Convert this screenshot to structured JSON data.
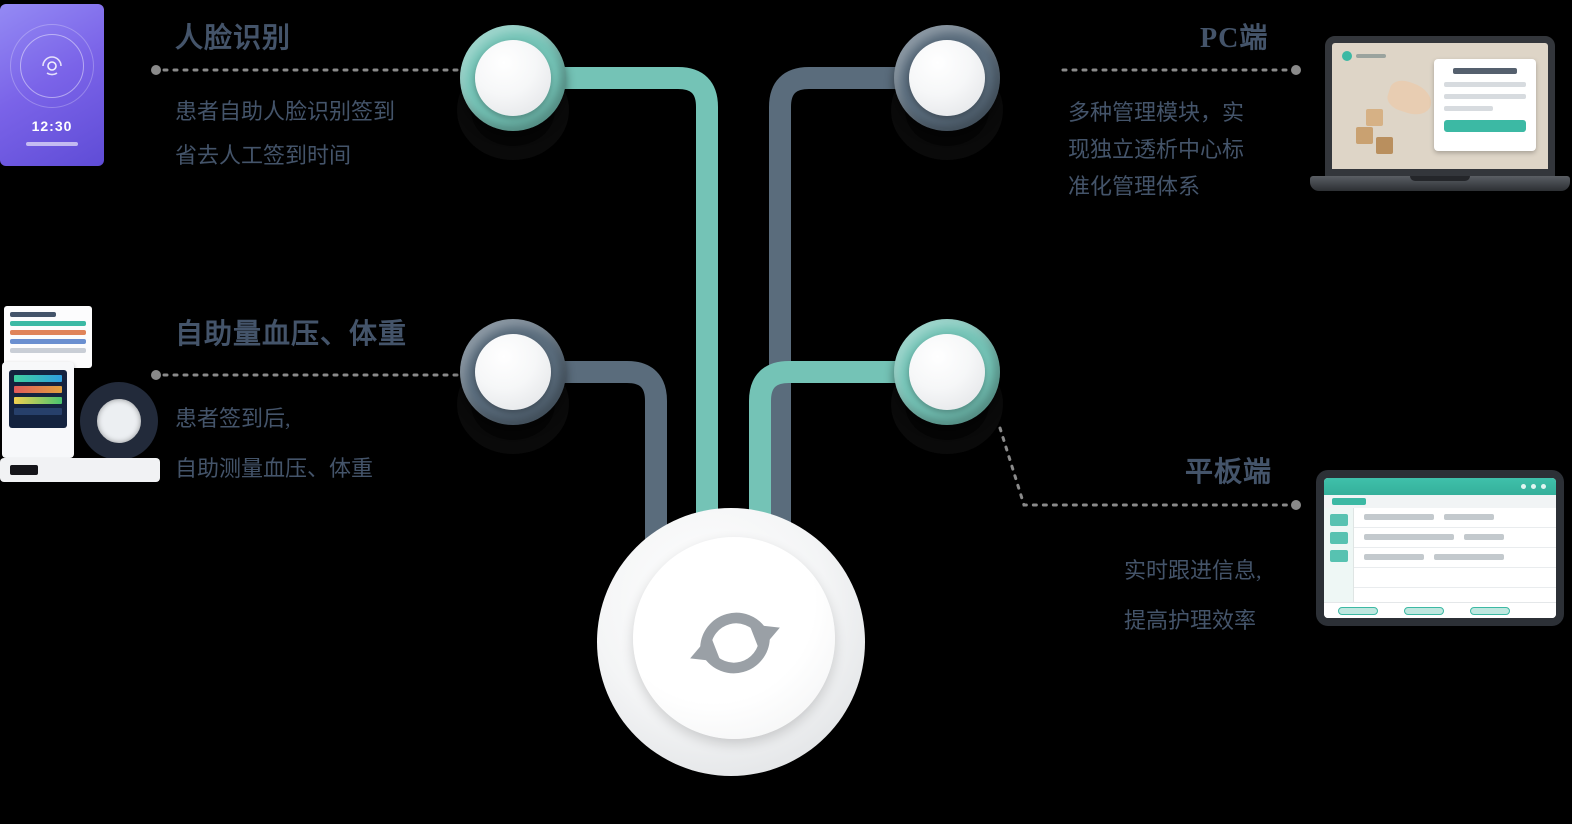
{
  "theme": {
    "bg": "#000000",
    "teal": "#74c3b6",
    "slate": "#5a6c7c",
    "title-color": "#44546a",
    "body-color": "#44546a",
    "dotted-color": "#8a8a8a",
    "icon-gray": "#9aa0a6"
  },
  "sections": {
    "face": {
      "title": "人脸识别",
      "lines": [
        "患者自助人脸识别签到",
        "省去人工签到时间"
      ]
    },
    "bp": {
      "title": "自助量血压、体重",
      "lines": [
        "患者签到后,",
        "自助测量血压、体重"
      ]
    },
    "pc": {
      "title": "PC端",
      "lines": [
        "多种管理模块，实",
        "现独立透析中心标",
        "准化管理体系"
      ]
    },
    "pad": {
      "title": "平板端",
      "lines": [
        "实时跟进信息,",
        "提高护理效率"
      ]
    }
  },
  "kiosk": {
    "time": "12:30"
  },
  "hub": {
    "icon": "sync-icon"
  }
}
